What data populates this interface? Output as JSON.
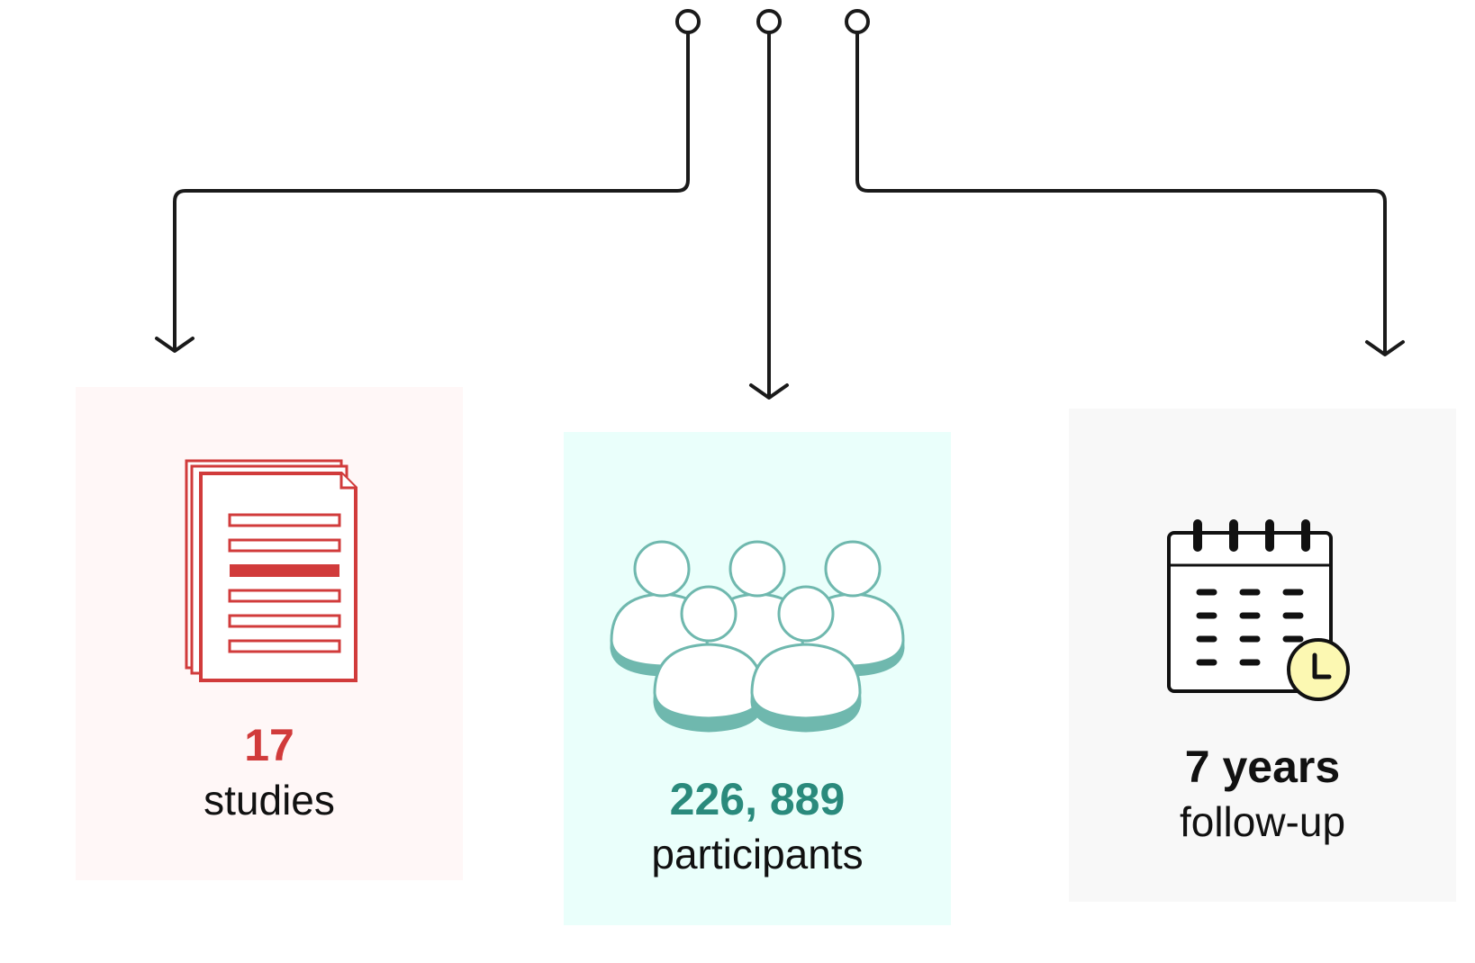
{
  "colors": {
    "connector": "#1a1a1a",
    "studies_accent": "#d13b3b",
    "studies_bg": "#fff7f7",
    "participants_accent": "#2a8a7c",
    "participants_bg": "#eafffb",
    "followup_accent": "#111111",
    "followup_bg": "#f8f8f8",
    "clock_fill": "#fcf8b2"
  },
  "cards": {
    "studies": {
      "value": "17",
      "label": "studies",
      "icon": "document-stack-icon"
    },
    "participants": {
      "value": "226, 889",
      "label": "participants",
      "icon": "people-group-icon"
    },
    "followup": {
      "value": "7 years",
      "label": "follow-up",
      "icon": "calendar-clock-icon"
    }
  }
}
